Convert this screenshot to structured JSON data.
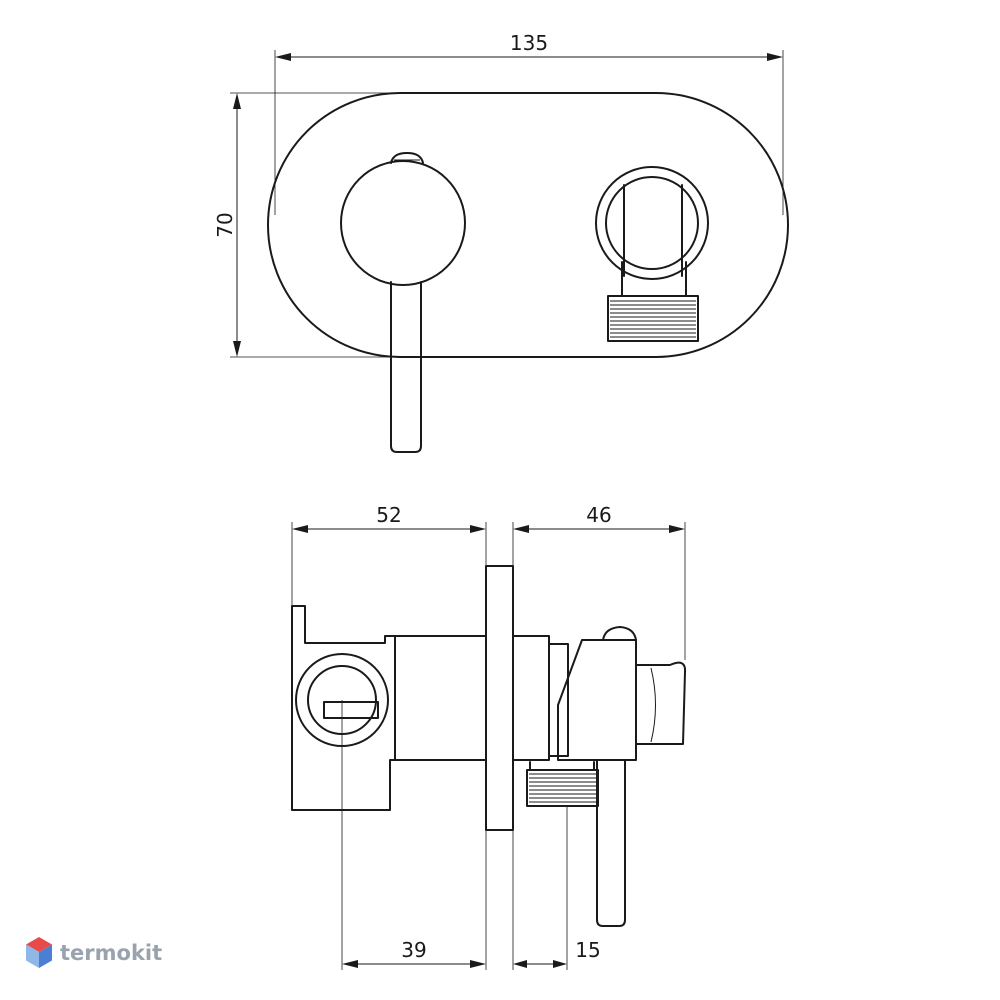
{
  "dimensions": {
    "top_width": "135",
    "top_height": "70",
    "side_left_width": "52",
    "side_right_width": "46",
    "side_bottom_left": "39",
    "side_bottom_right": "15"
  },
  "brand": {
    "name": "termokit",
    "logo_colors": {
      "top": "#e84a4a",
      "left": "#8fb7e8",
      "right": "#4a7fd4"
    },
    "text_color": "#9aa3ad"
  }
}
